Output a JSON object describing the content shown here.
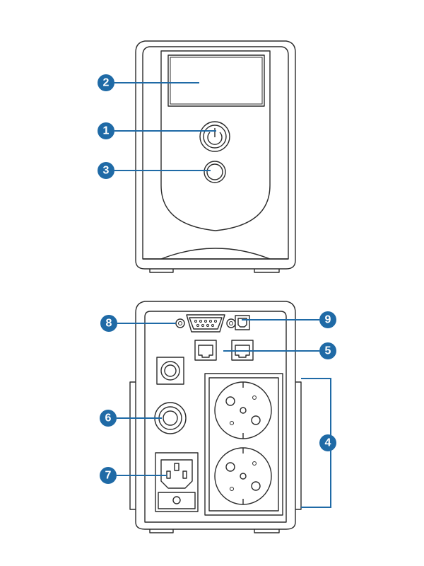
{
  "colors": {
    "callout": "#1f6aa6",
    "outline": "#2b2b2b",
    "background": "#ffffff"
  },
  "callouts": [
    {
      "id": "power-button",
      "number": "1"
    },
    {
      "id": "lcd-display",
      "number": "2"
    },
    {
      "id": "function-button",
      "number": "3"
    },
    {
      "id": "output-sockets",
      "number": "4"
    },
    {
      "id": "rj45-ports",
      "number": "5"
    },
    {
      "id": "circuit-breaker",
      "number": "6"
    },
    {
      "id": "ac-input",
      "number": "7"
    },
    {
      "id": "serial-port",
      "number": "8"
    },
    {
      "id": "usb-port",
      "number": "9"
    }
  ]
}
